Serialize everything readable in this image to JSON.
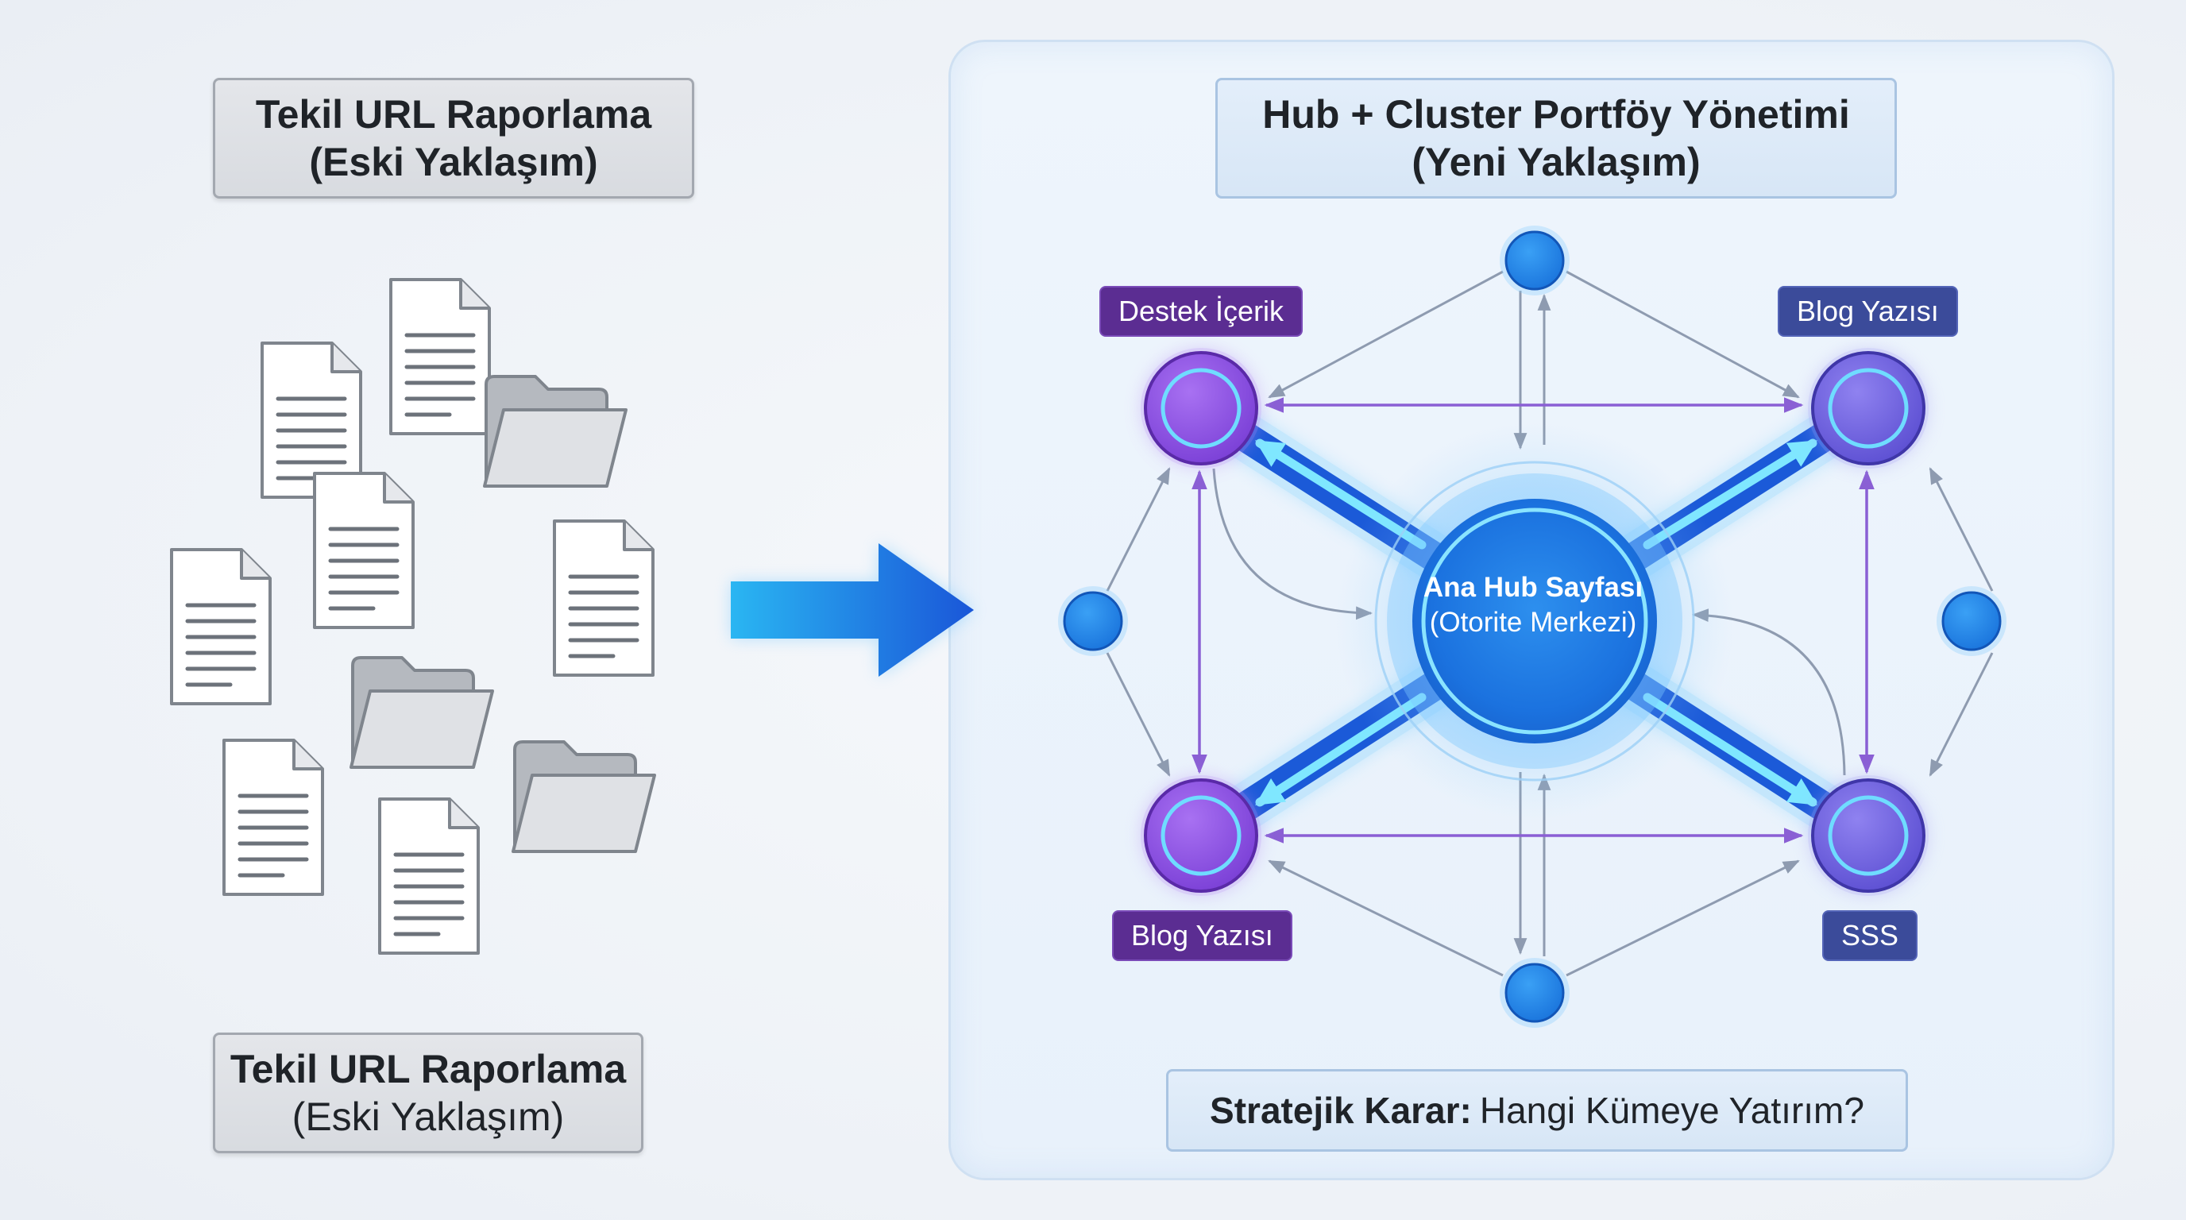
{
  "left": {
    "title_top": {
      "line1": "Tekil URL Raporlama",
      "line2": "(Eski Yaklaşım)"
    },
    "title_bottom": {
      "line1": "Tekil URL Raporlama",
      "line2": "(Eski Yaklaşım)"
    },
    "icons": [
      "document-icon",
      "folder-icon"
    ]
  },
  "right": {
    "title": {
      "line1": "Hub + Cluster Portföy Yönetimi",
      "line2": "(Yeni Yaklaşım)"
    },
    "hub": {
      "line1": "Ana Hub Sayfası",
      "line2": "(Otorite Merkezi)"
    },
    "tags": {
      "top_left": "Destek İçerik",
      "top_right": "Blog Yazısı",
      "bottom_left": "Blog Yazısı",
      "bottom_right": "SSS"
    },
    "decision": {
      "bold": "Stratejik Karar:",
      "text": "Hangi Kümeye Yatırım?"
    }
  },
  "colors": {
    "hub_blue": "#1e7fe6",
    "cluster_purple": "#8a4fe0",
    "cluster_indigo": "#6a5ce0",
    "satellite_blue": "#1f86e8",
    "arrow_blue": "#1e74e6",
    "tag_purple": "#5b2d92",
    "tag_navy": "#3b4b9a"
  }
}
